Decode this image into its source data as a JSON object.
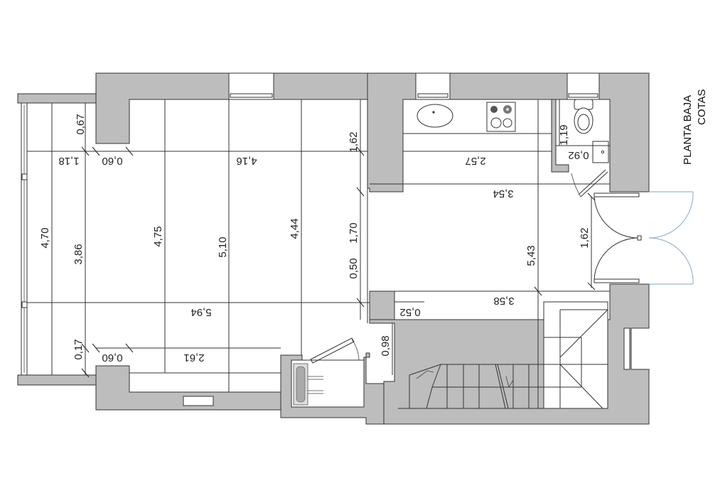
{
  "title": {
    "line1": "PLANTA BAJA",
    "line2": "COTAS"
  },
  "colors": {
    "wall_fill": "#bdbdbd",
    "line": "#333333",
    "background": "#ffffff",
    "glass_door": "#9bb6cf"
  },
  "dimensions": {
    "living_top_left_x": "1,18",
    "living_top_left_y": "0,67",
    "living_top_pillar": "0,60",
    "living_top_width": "4,16",
    "living_right_offset": "1,62",
    "window_height_total": "4,70",
    "living_height_a": "3,86",
    "living_height_b": "4,75",
    "living_height_c": "5,10",
    "living_height_d": "4,44",
    "living_full_width": "5,94",
    "living_bottom_y": "0,17",
    "living_bottom_pillar": "0,60",
    "living_bottom_width": "2,61",
    "hall_height_a": "1,70",
    "hall_height_b": "0,50",
    "pillar_width": "0,52",
    "stair_offset": "0,98",
    "kitchen_width": "2,57",
    "kitchen_depth": "3,54",
    "hall_width": "3,58",
    "room_height_right": "5,43",
    "bath_height": "1,19",
    "bath_width": "0,92",
    "entry_door_width": "1,62"
  },
  "fixtures": {
    "kitchen": [
      "sink",
      "cooktop"
    ],
    "bathroom": [
      "toilet",
      "washbasin"
    ],
    "stairs": "staircase",
    "entrance": "double-glass-door"
  }
}
